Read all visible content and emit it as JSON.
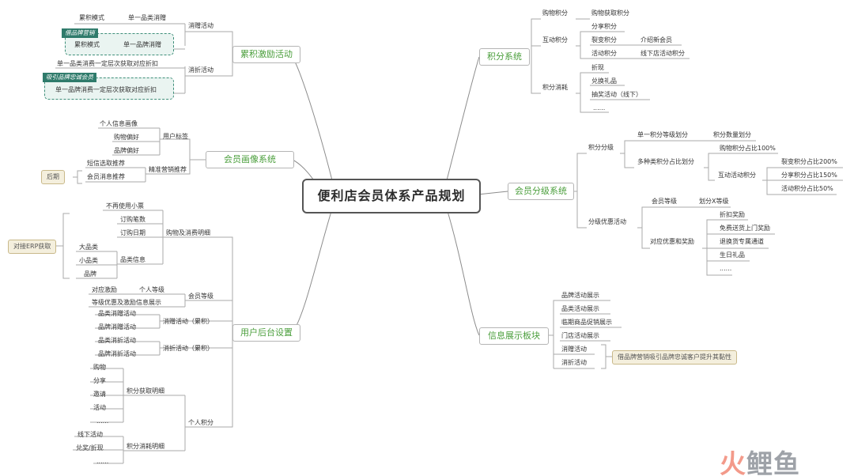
{
  "root": "便利店会员体系产品规划",
  "branches": {
    "incentive": {
      "title": "累积激励活动",
      "gift": "消赠活动",
      "gift_items": [
        "累积模式",
        "单一品类消赠",
        "累积模式",
        "单一品牌消赠"
      ],
      "gift_tag": "借品牌营销",
      "discount": "消折活动",
      "discount_items": [
        "单一品类消费一定层次获取对应折扣",
        "单一品牌消费一定层次获取对应折扣"
      ],
      "discount_tag": "吸引品牌忠诚会员"
    },
    "portrait": {
      "title": "会员画像系统",
      "user_tag": "用户标签",
      "user_tag_items": [
        "个人信息画像",
        "购物偏好",
        "品牌偏好"
      ],
      "marketing": "精准营销推荐",
      "marketing_items": [
        "短信选取推荐",
        "会员消息推荐"
      ],
      "later": "后期"
    },
    "backend": {
      "title": "用户后台设置",
      "erp": "对接ERP获取",
      "purchase": "购物及消费明细",
      "purchase_items": [
        "不再使用小票",
        "订购笔数",
        "订购日期"
      ],
      "category": "品类信息",
      "category_items": [
        "大品类",
        "小品类",
        "品牌"
      ],
      "level": "会员等级",
      "level_items": [
        "对应激励",
        "个人等级",
        "等级优惠及激励信息展示"
      ],
      "gift": "消赠活动（累积）",
      "gift_items": [
        "品类消赠活动",
        "品牌消赠活动"
      ],
      "discount": "消折活动（累积）",
      "discount_items": [
        "品类消折活动",
        "品牌消折活动"
      ],
      "points": "个人积分",
      "earn": "积分获取明细",
      "earn_items": [
        "购物",
        "分享",
        "邀请",
        "活动",
        "......"
      ],
      "spend": "积分消耗明细",
      "spend_items": [
        "线下活动",
        "兑奖/折现",
        "......"
      ]
    },
    "points": {
      "title": "积分系统",
      "shop": "购物积分",
      "shop_item": "购物获取积分",
      "interact": "互动积分",
      "interact_items": [
        "分享积分",
        "裂变积分",
        "介绍新会员",
        "活动积分",
        "线下店活动积分"
      ],
      "consume": "积分消耗",
      "consume_items": [
        "折现",
        "兑换礼品",
        "抽奖活动（线下）",
        "......"
      ]
    },
    "grading": {
      "title": "会员分级系统",
      "div": "积分分级",
      "single": "单一积分等级划分",
      "single_item": "积分数量划分",
      "multi": "多种类积分占比划分",
      "multi_items": [
        "购物积分占比100%",
        "互动活动积分",
        "裂变积分占比200%",
        "分享积分占比150%",
        "活动积分占比50%"
      ],
      "benefit": "分级优惠活动",
      "level": "会员等级",
      "level_item": "划分X等级",
      "reward": "对应优惠和奖励",
      "reward_items": [
        "折扣奖励",
        "免费送货上门奖励",
        "退换货专属通道",
        "生日礼品",
        "......"
      ]
    },
    "display": {
      "title": "信息展示板块",
      "items": [
        "品牌活动展示",
        "品类活动展示",
        "临期商品促销展示",
        "门店活动展示",
        "消赠活动",
        "消折活动"
      ],
      "note": "借品牌营销吸引品牌忠诚客户提升其黏性"
    }
  },
  "watermark": [
    "火",
    "鲤鱼"
  ],
  "colors": {
    "topic_text": "#4a9e3b",
    "line": "#8c8c8c",
    "tag_bg": "#2f7b6b",
    "label_bg": "#f4efdd"
  }
}
